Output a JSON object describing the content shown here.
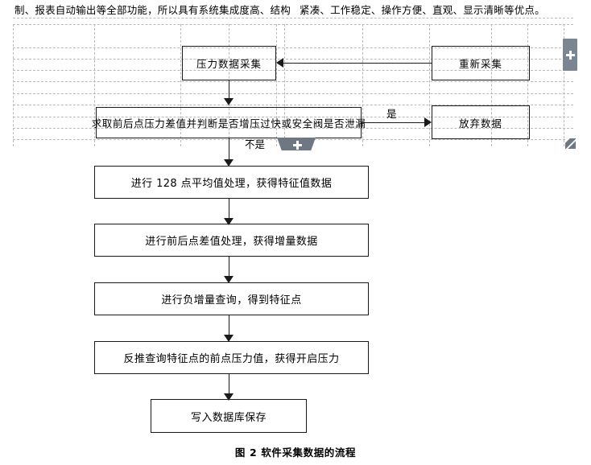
{
  "document": {
    "body_text_left": "制、报表自动输出等全部功能，所以具有系统集成度高、结构",
    "body_text_right": "紧凑、工作稳定、操作方便、直观、显示清晰等优点。"
  },
  "flowchart": {
    "caption": "图 2 软件采集数据的流程",
    "nodes": [
      {
        "id": "acquire",
        "label": "压力数据采集"
      },
      {
        "id": "reacquire",
        "label": "重新采集"
      },
      {
        "id": "decision",
        "label": "求取前后点压力差值并判断是否增压过快或安全阀是否泄漏"
      },
      {
        "id": "discard",
        "label": "放弃数据"
      },
      {
        "id": "average",
        "label": "进行 128 点平均值处理，获得特征值数据"
      },
      {
        "id": "delta",
        "label": "进行前后点差值处理，获得增量数据"
      },
      {
        "id": "negative",
        "label": "进行负增量查询，得到特征点"
      },
      {
        "id": "backtrack",
        "label": "反推查询特征点的前点压力值，获得开启压力"
      },
      {
        "id": "save",
        "label": "写入数据库保存"
      }
    ],
    "edge_labels": {
      "yes": "是",
      "no": "不是"
    },
    "colors": {
      "stroke": "#1a1a1a",
      "gridline": "#b9b9b9",
      "handle": "#6f7783"
    }
  },
  "ui_handles": {
    "column_handle_label": "+",
    "row_handle_label": "+",
    "resize_label": "resize"
  }
}
